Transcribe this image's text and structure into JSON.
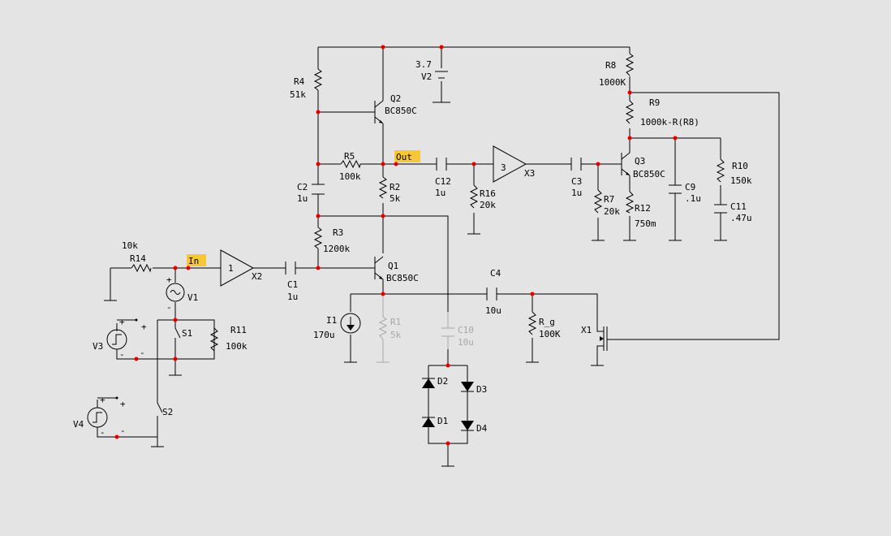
{
  "colors": {
    "background": "#e4e4e4",
    "wire": "#000000",
    "node": "#e00000",
    "disabled": "#a8a8a8",
    "net_label": "#f7c73a"
  },
  "net_labels": {
    "in": "In",
    "out": "Out"
  },
  "components": {
    "R4": {
      "name": "R4",
      "value": "51k"
    },
    "Q2": {
      "name": "Q2",
      "value": "BC850C"
    },
    "V2": {
      "name": "V2",
      "value": "3.7"
    },
    "R8": {
      "name": "R8",
      "value": "1000K"
    },
    "R9": {
      "name": "R9",
      "value": "1000k-R(R8)"
    },
    "R5": {
      "name": "R5",
      "value": "100k"
    },
    "C2": {
      "name": "C2",
      "value": "1u"
    },
    "R2": {
      "name": "R2",
      "value": "5k"
    },
    "C12": {
      "name": "C12",
      "value": "1u"
    },
    "X3": {
      "name": "X3",
      "value": "3"
    },
    "R16": {
      "name": "R16",
      "value": "20k"
    },
    "C3": {
      "name": "C3",
      "value": "1u"
    },
    "Q3": {
      "name": "Q3",
      "value": "BC850C"
    },
    "R7": {
      "name": "R7",
      "value": "20k"
    },
    "R12": {
      "name": "R12",
      "value": "750m"
    },
    "C9": {
      "name": "C9",
      "value": ".1u"
    },
    "R10": {
      "name": "R10",
      "value": "150k"
    },
    "C11": {
      "name": "C11",
      "value": ".47u"
    },
    "R3": {
      "name": "R3",
      "value": "1200k"
    },
    "R14": {
      "name": "R14",
      "value": "10k"
    },
    "X2": {
      "name": "X2",
      "value": "1"
    },
    "C1": {
      "name": "C1",
      "value": "1u"
    },
    "Q1": {
      "name": "Q1",
      "value": "BC850C"
    },
    "V1": {
      "name": "V1",
      "value": ""
    },
    "C4": {
      "name": "C4",
      "value": "10u"
    },
    "I1": {
      "name": "I1",
      "value": "170u"
    },
    "R1": {
      "name": "R1",
      "value": "5k"
    },
    "C10": {
      "name": "C10",
      "value": "10u"
    },
    "Rg": {
      "name": "R_g",
      "value": "100K"
    },
    "X1": {
      "name": "X1",
      "value": ""
    },
    "S1": {
      "name": "S1",
      "value": ""
    },
    "R11": {
      "name": "R11",
      "value": "100k"
    },
    "V3": {
      "name": "V3",
      "value": ""
    },
    "V4": {
      "name": "V4",
      "value": ""
    },
    "S2": {
      "name": "S2",
      "value": ""
    },
    "D1": {
      "name": "D1",
      "value": ""
    },
    "D2": {
      "name": "D2",
      "value": ""
    },
    "D3": {
      "name": "D3",
      "value": ""
    },
    "D4": {
      "name": "D4",
      "value": ""
    }
  },
  "source_signs": {
    "plus": "+",
    "minus": "-"
  }
}
